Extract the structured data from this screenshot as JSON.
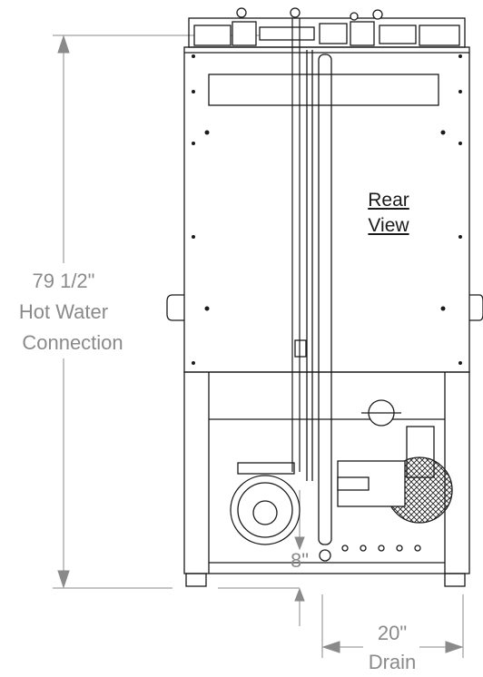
{
  "dimensions": {
    "height": {
      "value": "79 1/2\"",
      "caption_line1": "Hot Water",
      "caption_line2": "Connection"
    },
    "drain_height": {
      "value": "8\""
    },
    "drain_offset": {
      "value": "20\"",
      "caption": "Drain"
    }
  },
  "view_label": {
    "line1": "Rear",
    "line2": "View"
  },
  "colors": {
    "dimension": "#8a8a8a",
    "outline": "#1a1a1a"
  }
}
